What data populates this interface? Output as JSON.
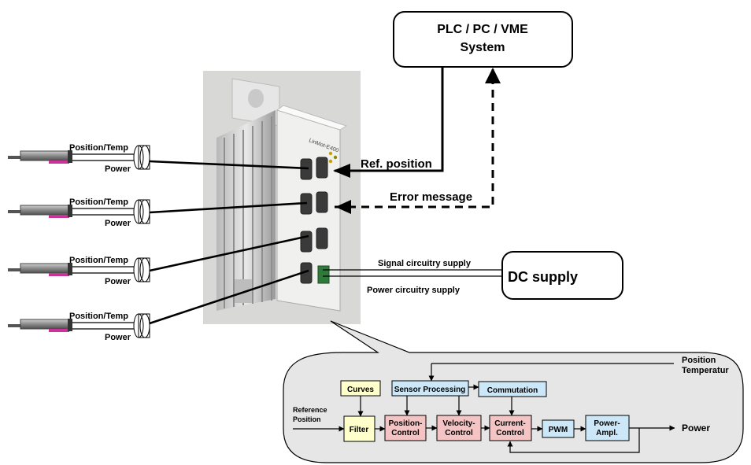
{
  "system_box": {
    "line1": "PLC / PC / VME",
    "line2": "System"
  },
  "dc_supply": {
    "label": "DC supply"
  },
  "connections": {
    "ref_position": "Ref. position",
    "error_message": "Error message",
    "signal_supply": "Signal circuitry supply",
    "power_supply": "Power circuitry supply"
  },
  "motors": [
    {
      "signal_label": "Position/Temp",
      "power_label": "Power"
    },
    {
      "signal_label": "Position/Temp",
      "power_label": "Power"
    },
    {
      "signal_label": "Position/Temp",
      "power_label": "Power"
    },
    {
      "signal_label": "Position/Temp",
      "power_label": "Power"
    }
  ],
  "controller": {
    "brand_label": "LinMot-E400"
  },
  "block_diagram": {
    "input_label_1": "Reference",
    "input_label_2": "Position",
    "feedback_label_1": "Position",
    "feedback_label_2": "Temperatur",
    "output_label": "Power",
    "blocks": {
      "curves": "Curves",
      "sensor": "Sensor Processing",
      "commutation": "Commutation",
      "filter": "Filter",
      "position_1": "Position-",
      "position_2": "Control",
      "velocity_1": "Velocity-",
      "velocity_2": "Control",
      "current_1": "Current-",
      "current_2": "Control",
      "pwm": "PWM",
      "ampl_1": "Power-",
      "ampl_2": "Ampl."
    }
  },
  "colors": {
    "yellow_block": "#ffffcc",
    "blue_block": "#cce8f8",
    "red_block": "#f4c4c4",
    "bubble": "#e6e6e6",
    "magenta_cable": "#cc3399"
  }
}
